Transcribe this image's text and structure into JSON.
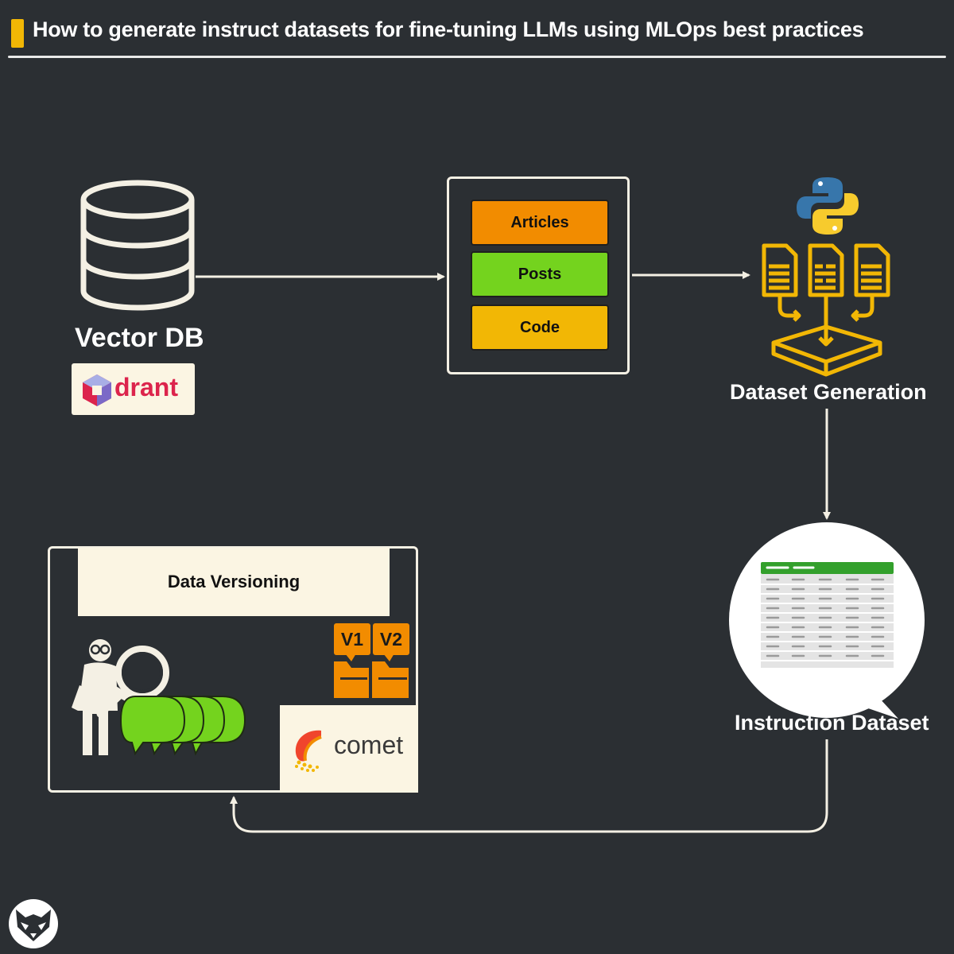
{
  "header": {
    "title": "How to generate instruct datasets for fine-tuning LLMs using MLOps best practices"
  },
  "vector_db": {
    "label": "Vector DB",
    "logo_text": "drant",
    "icon": "database-icon"
  },
  "sources": {
    "items": [
      {
        "label": "Articles",
        "color": "#f28c00"
      },
      {
        "label": "Posts",
        "color": "#74d31e"
      },
      {
        "label": "Code",
        "color": "#f2b705"
      }
    ]
  },
  "dataset_generation": {
    "label": "Dataset Generation",
    "icons": [
      "python-icon",
      "document-icon",
      "document-icon",
      "document-icon",
      "tray-icon"
    ]
  },
  "instruction_dataset": {
    "label": "Instruction Dataset",
    "icon": "spreadsheet-icon"
  },
  "data_versioning": {
    "label": "Data Versioning",
    "version_tags": [
      "V1",
      "V2"
    ],
    "logo_text": "comet",
    "icons": [
      "inspector-icon",
      "chat-bubbles-icon",
      "folder-icon"
    ]
  },
  "colors": {
    "background": "#2b2f33",
    "accent": "#f2b705",
    "orange": "#f28c00",
    "green": "#74d31e",
    "cream": "#fbf5e3"
  }
}
